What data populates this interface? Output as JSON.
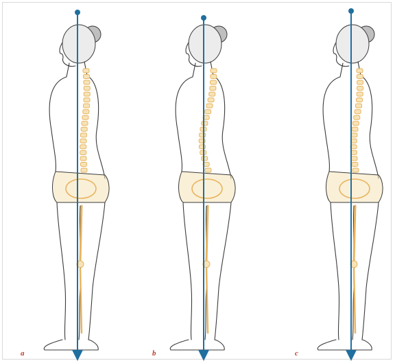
{
  "figure": {
    "colors": {
      "outline": "#3a3a3a",
      "bone": "#e8b45f",
      "bone_fill": "#f6e3b8",
      "plumb_line": "#1f6f9f",
      "label": "#c0392b",
      "frame": "#d9d9d9"
    },
    "panels": [
      {
        "id": "a",
        "label": "a",
        "posture": "upright"
      },
      {
        "id": "b",
        "label": "b",
        "posture": "forward-head"
      },
      {
        "id": "c",
        "label": "c",
        "posture": "flat-back"
      }
    ]
  }
}
